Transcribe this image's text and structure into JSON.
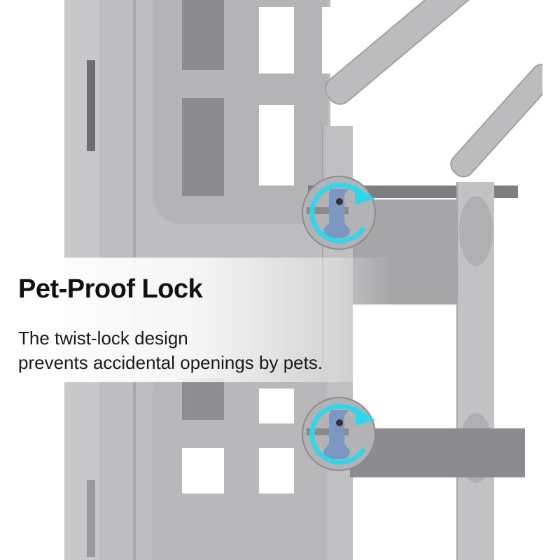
{
  "feature": {
    "title": "Pet-Proof Lock",
    "description_line1": "The twist-lock design",
    "description_line2": "prevents accidental openings by pets."
  },
  "locks": [
    {
      "label": "upper-twist-lock",
      "arrow_color": "#2ed6ec",
      "latch_color": "#7b97c2"
    },
    {
      "label": "lower-twist-lock",
      "arrow_color": "#2ed6ec",
      "latch_color": "#7b97c2"
    }
  ],
  "colors": {
    "background": "#ffffff",
    "panel_gray": "#bcbcbe",
    "text_dark": "#111111",
    "accent_cyan": "#2ed6ec",
    "latch_blue": "#7b97c2"
  }
}
